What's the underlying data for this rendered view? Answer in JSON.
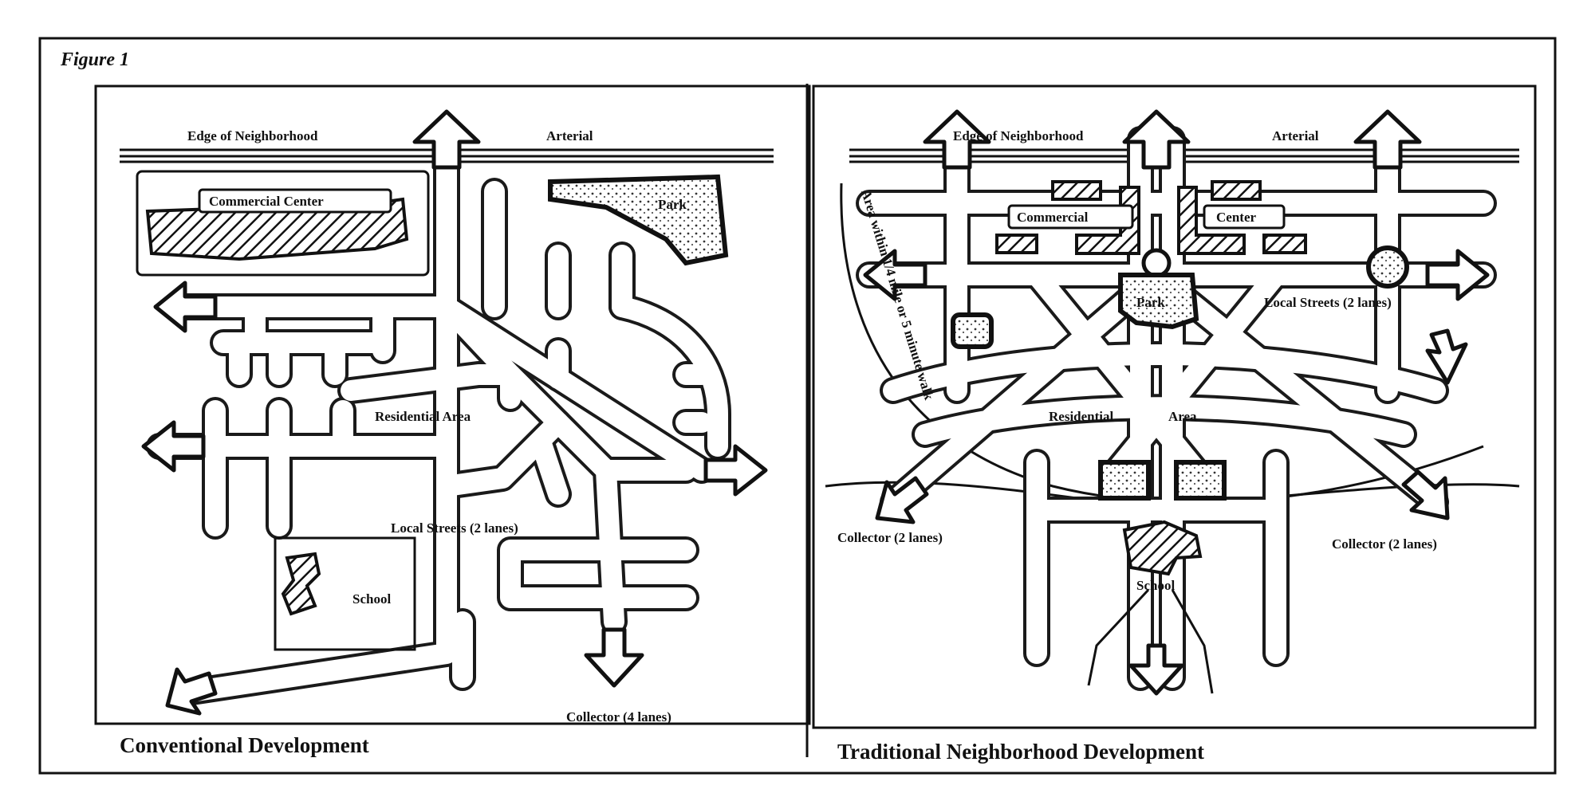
{
  "figure_label": "Figure 1",
  "panels": {
    "conventional": {
      "caption": "Conventional Development",
      "labels": {
        "edge": "Edge of Neighborhood",
        "arterial": "Arterial",
        "commercial": "Commercial Center",
        "park": "Park",
        "residential": "Residential Area",
        "local": "Local Streets (2 lanes)",
        "school": "School",
        "collector": "Collector (4 lanes)"
      }
    },
    "traditional": {
      "caption": "Traditional Neighborhood Development",
      "labels": {
        "edge": "Edge of Neighborhood",
        "arterial": "Arterial",
        "commercial": "Commercial",
        "center": "Center",
        "park": "Park",
        "local": "Local Streets (2 lanes)",
        "residential": "Residential",
        "area": "Area",
        "school": "School",
        "collector_left": "Collector (2 lanes)",
        "collector_right": "Collector (2 lanes)",
        "walk": "Area within 1/4 mile or 5 minute walk"
      }
    }
  }
}
